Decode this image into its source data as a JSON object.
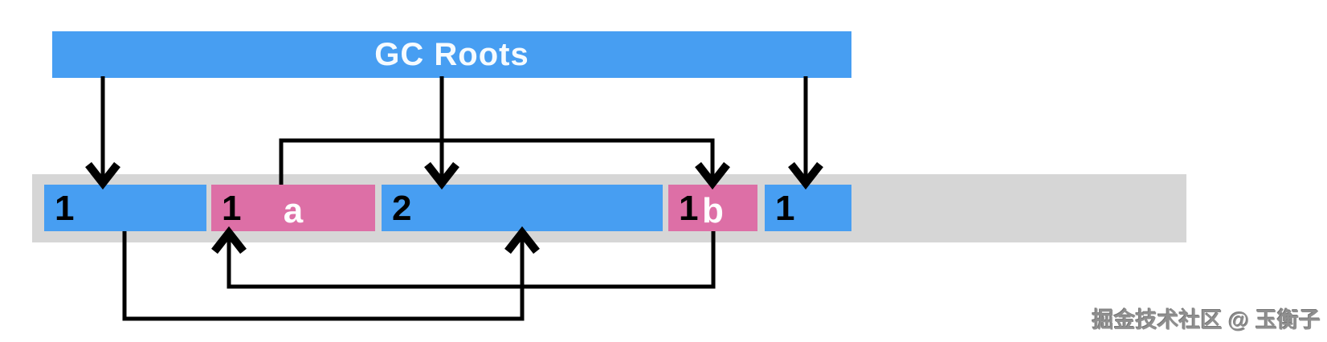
{
  "diagram": {
    "root_bar": {
      "label": "GC Roots"
    },
    "heap": {
      "blocks": [
        {
          "id": "block-1-left",
          "size": "1",
          "letter": "",
          "kind": "reachable"
        },
        {
          "id": "block-a",
          "size": "1",
          "letter": "a",
          "kind": "unreachable"
        },
        {
          "id": "block-2",
          "size": "2",
          "letter": "",
          "kind": "reachable"
        },
        {
          "id": "block-b",
          "size": "1",
          "letter": "b",
          "kind": "unreachable"
        },
        {
          "id": "block-1-right",
          "size": "1",
          "letter": "",
          "kind": "reachable"
        }
      ]
    },
    "edges": [
      {
        "from": "gc-roots",
        "to": "block-1-left"
      },
      {
        "from": "gc-roots",
        "to": "block-2"
      },
      {
        "from": "gc-roots",
        "to": "block-1-right"
      },
      {
        "from": "block-a",
        "to": "block-b"
      },
      {
        "from": "block-b",
        "to": "block-a"
      },
      {
        "from": "block-1-left",
        "to": "block-2"
      }
    ],
    "colors": {
      "root_bar": "#479ef2",
      "reachable_block": "#479ef2",
      "unreachable_block": "#dd6fa6",
      "heap_bar": "#d6d6d6",
      "arrow": "#000000",
      "root_label_text": "#f6fbff",
      "size_text": "#000000",
      "letter_text": "#ffffff",
      "watermark_text": "#8f8f8f"
    },
    "watermark": "掘金技术社区 @ 玉衡子"
  }
}
